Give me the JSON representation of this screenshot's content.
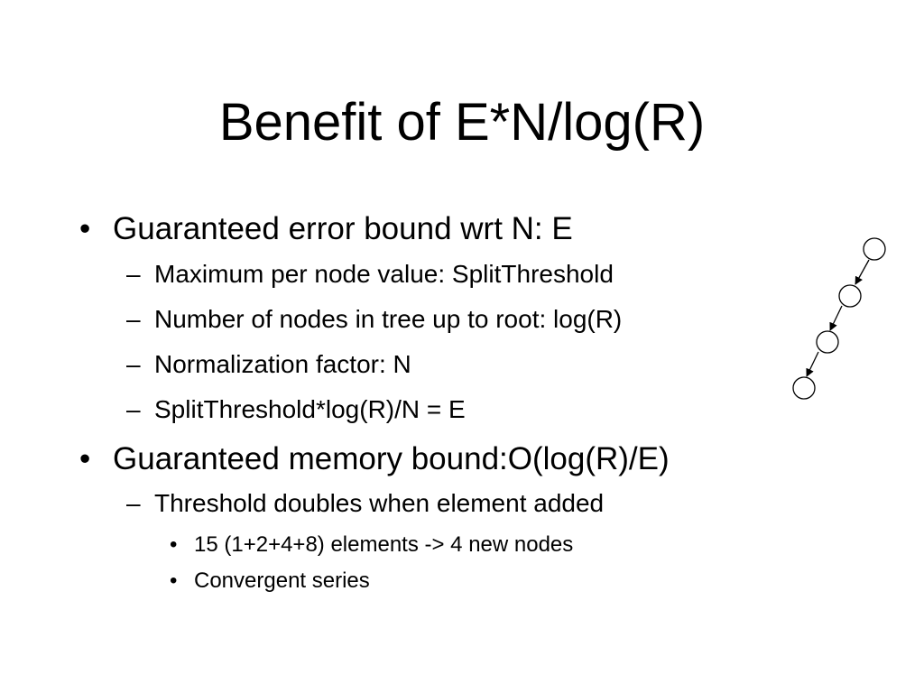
{
  "slide": {
    "title": "Benefit of E*N/log(R)",
    "bullet_glyph": "•",
    "dash_glyph": "–",
    "items": [
      {
        "level": 1,
        "text": "Guaranteed error bound wrt N: E"
      },
      {
        "level": 2,
        "text": "Maximum per node value: SplitThreshold"
      },
      {
        "level": 2,
        "text": "Number of nodes in tree up to root: log(R)"
      },
      {
        "level": 2,
        "text": "Normalization factor: N"
      },
      {
        "level": 2,
        "text": "SplitThreshold*log(R)/N = E"
      },
      {
        "level": 1,
        "text": "Guaranteed memory bound:O(log(R)/E)"
      },
      {
        "level": 2,
        "text": "Threshold doubles when element added"
      },
      {
        "level": 3,
        "text": "15 (1+2+4+8) elements -> 4 new nodes"
      },
      {
        "level": 3,
        "text": "Convergent series"
      }
    ]
  },
  "diagram": {
    "node_count": 4,
    "edge_direction": "downward",
    "stroke_color": "#000000",
    "fill_color": "#ffffff"
  }
}
